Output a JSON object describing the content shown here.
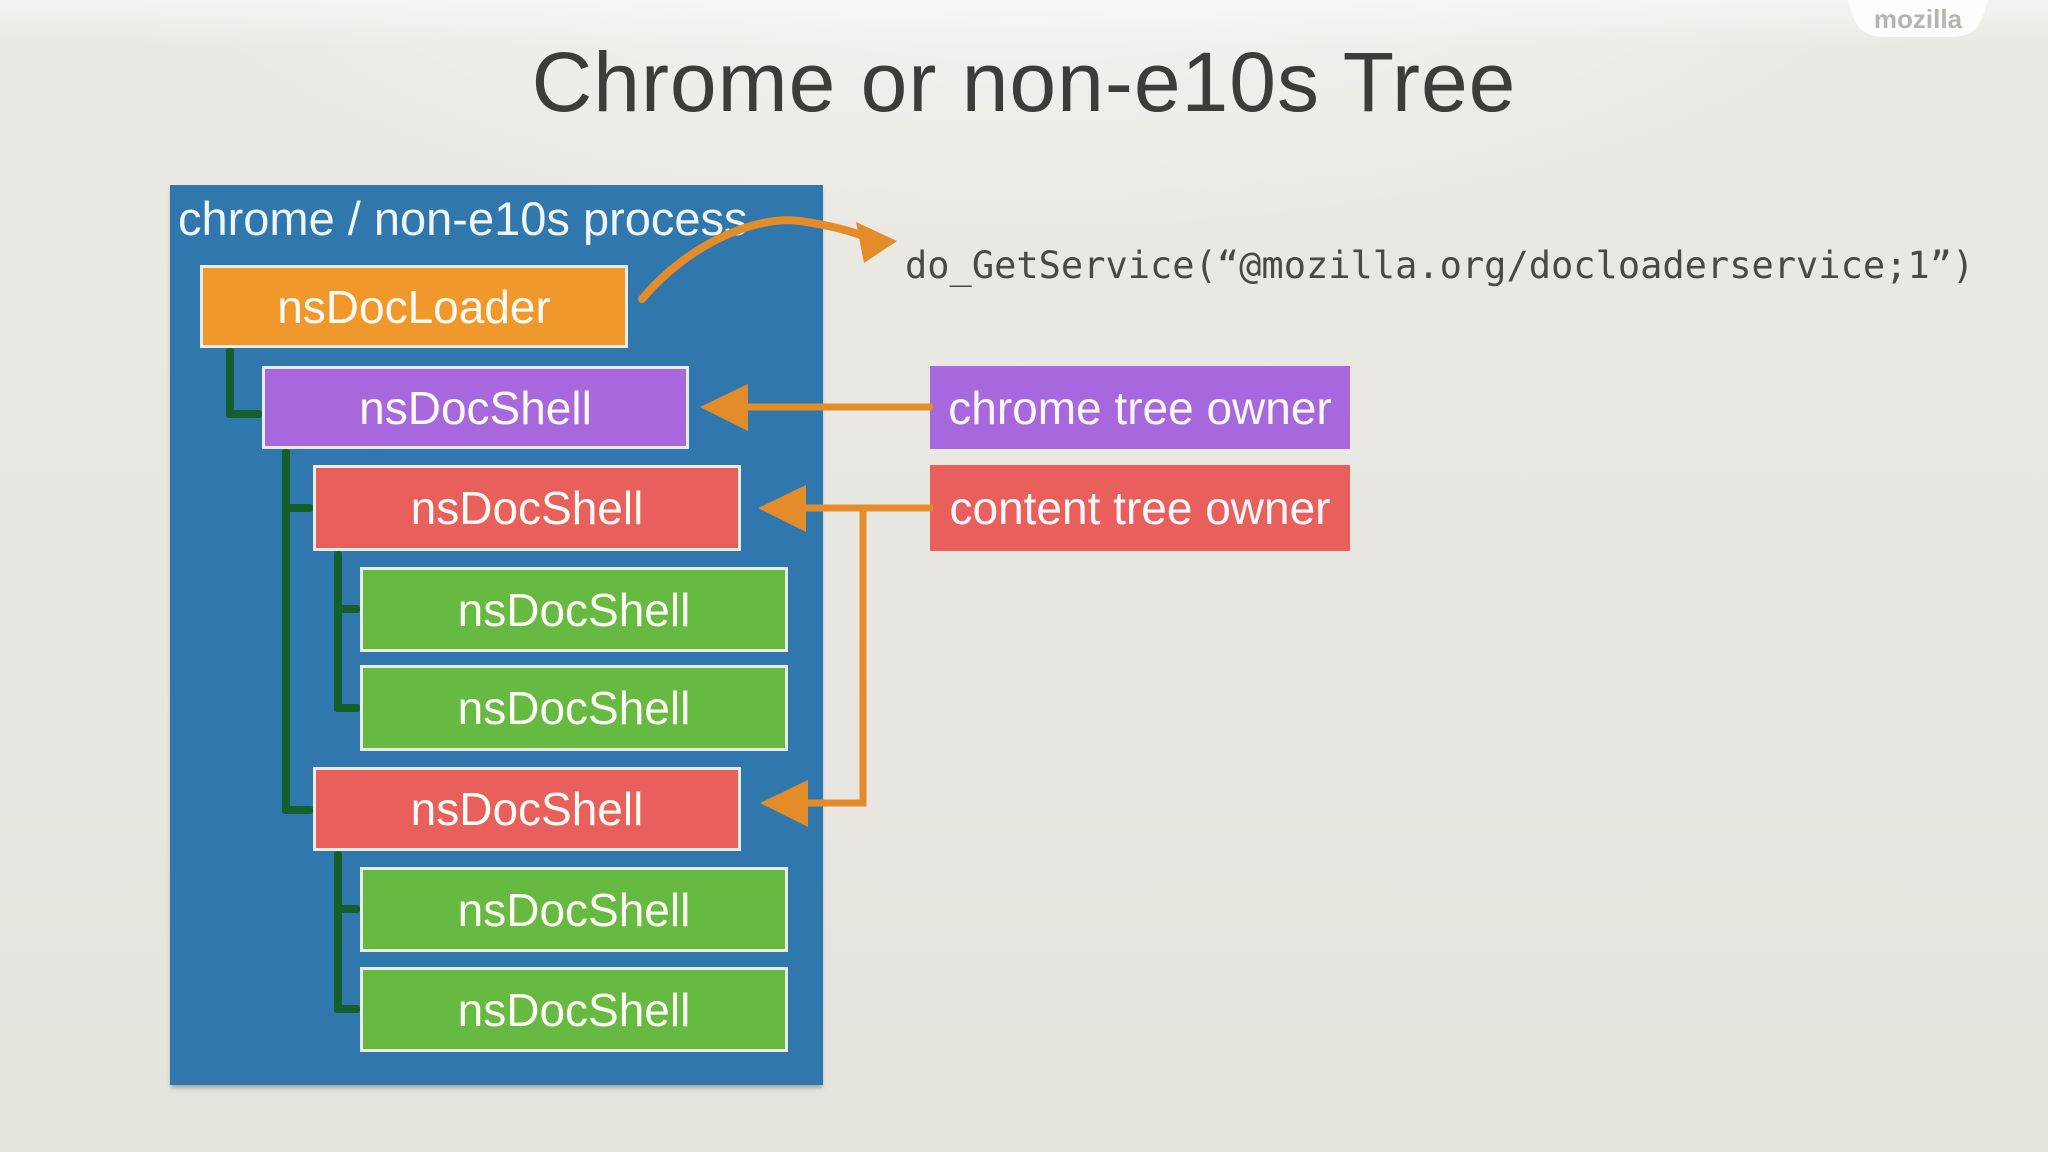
{
  "slide": {
    "title": "Chrome or non-e10s Tree",
    "brand": "mozilla"
  },
  "panel": {
    "label": "chrome / non-e10s process"
  },
  "tree": {
    "nodes": [
      {
        "label": "nsDocLoader",
        "level": 0,
        "color": "orange"
      },
      {
        "label": "nsDocShell",
        "level": 1,
        "color": "purple"
      },
      {
        "label": "nsDocShell",
        "level": 2,
        "color": "red"
      },
      {
        "label": "nsDocShell",
        "level": 3,
        "color": "green"
      },
      {
        "label": "nsDocShell",
        "level": 3,
        "color": "green"
      },
      {
        "label": "nsDocShell",
        "level": 2,
        "color": "red"
      },
      {
        "label": "nsDocShell",
        "level": 3,
        "color": "green"
      },
      {
        "label": "nsDocShell",
        "level": 3,
        "color": "green"
      }
    ]
  },
  "annotation": {
    "code": "do_GetService(“@mozilla.org/docloaderservice;1”)"
  },
  "legend": [
    {
      "label": "chrome tree owner",
      "color": "purple"
    },
    {
      "label": "content tree owner",
      "color": "red"
    }
  ],
  "colors": {
    "background": "#e9e7e1",
    "panel_blue": "#3077ad",
    "orange": "#f0982b",
    "purple": "#a768de",
    "red": "#e95f5b",
    "green": "#67ba41",
    "connector_green": "#14602a",
    "arrow_orange": "#e58c2a",
    "title_text": "#3e3c39",
    "code_text": "#4b4946",
    "tab_white": "#fdfdfb",
    "brand_gray": "#b7b4ae"
  }
}
